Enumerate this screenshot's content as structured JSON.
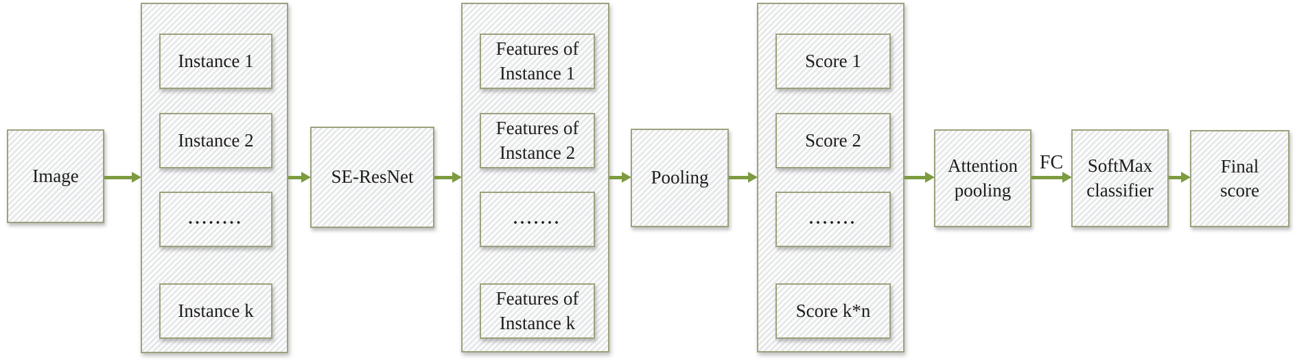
{
  "colors": {
    "box_border": "#9ba17c",
    "arrow": "#7d9b40",
    "box_fill": "#f1f1f2",
    "text": "#1d1d1d"
  },
  "nodes": {
    "image": "Image",
    "se_resnet": "SE-ResNet",
    "pooling": "Pooling",
    "attention_pooling": [
      "Attention",
      "pooling"
    ],
    "softmax": [
      "SoftMax",
      "classifier"
    ],
    "final_score": [
      "Final",
      "score"
    ]
  },
  "edge_labels": {
    "fc": "FC"
  },
  "groups": {
    "instances": {
      "items": [
        "Instance 1",
        "Instance 2",
        "........",
        "Instance k"
      ]
    },
    "features": {
      "items": [
        [
          "Features of",
          "Instance 1"
        ],
        [
          "Features of",
          "Instance 2"
        ],
        ".......",
        [
          "Features of",
          "Instance k"
        ]
      ]
    },
    "scores": {
      "items": [
        "Score 1",
        "Score 2",
        ".......",
        "Score k*n"
      ]
    }
  }
}
